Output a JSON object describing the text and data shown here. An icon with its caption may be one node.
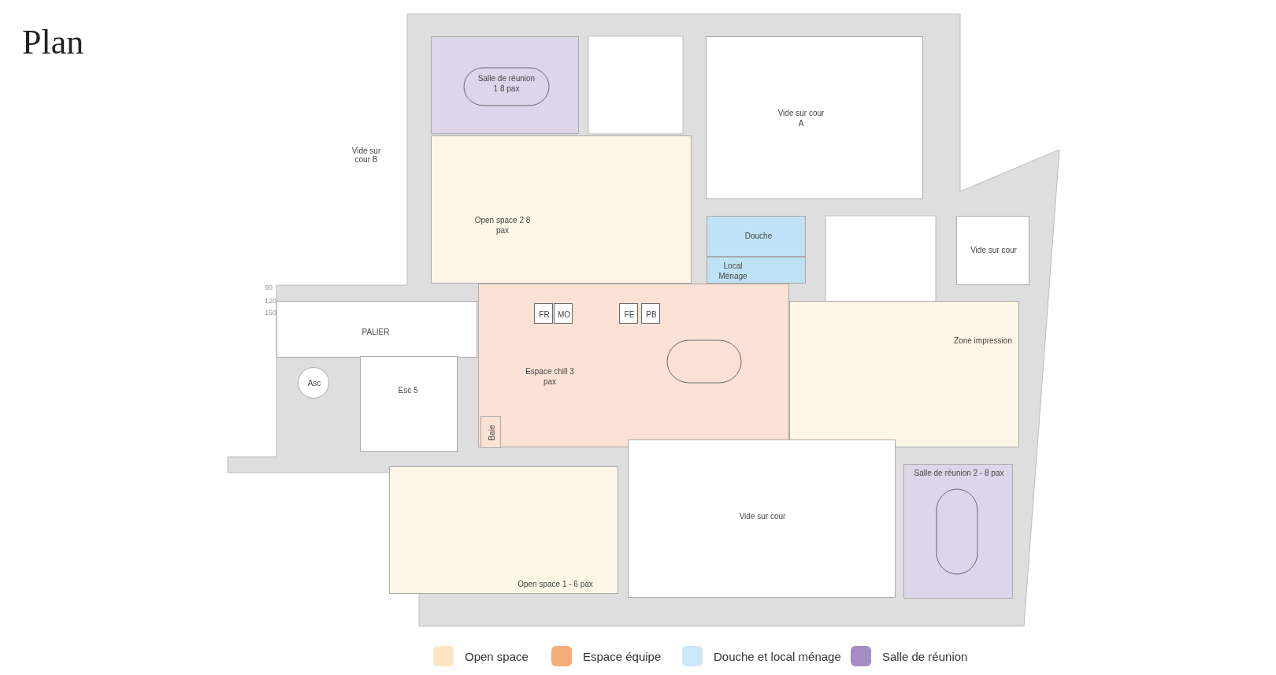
{
  "diagram": {
    "title": "Plan",
    "nodes": [
      {
        "text": [
          "Salle de réunion 1 8 pax"
        ]
      },
      {
        "text": [
          "Open space 2 8 pax"
        ]
      },
      {
        "text": [
          "Vide sur cour A"
        ]
      },
      {
        "text": [
          "Vide sur cour"
        ]
      },
      {
        "text": [
          "Douche"
        ]
      },
      {
        "text": [
          "Local Ménage"
        ]
      },
      {
        "text": [
          "PALIER"
        ]
      },
      {
        "text": [
          "Asc"
        ]
      },
      {
        "text": [
          "Esc 5"
        ]
      },
      {
        "text": [
          "Espace chill 3 pax"
        ]
      },
      {
        "text": [
          "FR"
        ],
        "in": 9
      },
      {
        "text": [
          "MO"
        ],
        "in": 9
      },
      {
        "text": [
          "FE"
        ],
        "in": 9
      },
      {
        "text": [
          "PB"
        ],
        "in": 9
      },
      {
        "text": [
          "Baie"
        ],
        "in": 9
      },
      {
        "text": [
          "Zone impression"
        ]
      },
      {
        "text": [
          "Open space 1 - 6 pax"
        ]
      },
      {
        "text": [
          "Vide sur cour"
        ]
      },
      {
        "text": [
          "Salle de réunion 2 - 8 pax"
        ]
      }
    ],
    "labels": [
      "Vide sur cour B",
      "90",
      "120",
      "150"
    ],
    "legend": [
      {
        "text": "Open space",
        "color": "#fde5c3"
      },
      {
        "text": "Espace équipe",
        "color": "#f4ad78"
      },
      {
        "text": "Douche et local ménage",
        "color": "#cbe8fb"
      },
      {
        "text": "Salle de réunion",
        "color": "#a58dc4"
      }
    ]
  }
}
